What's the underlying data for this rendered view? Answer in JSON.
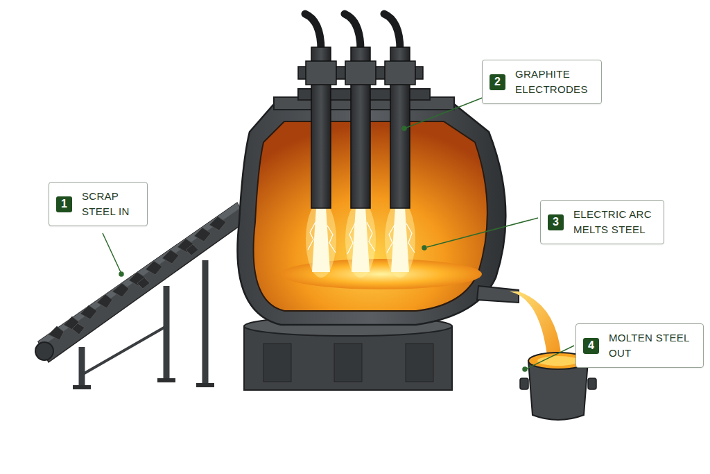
{
  "diagram": {
    "nodes": [
      {
        "text": [
          "SCRAP STEEL IN"
        ]
      },
      {
        "text": [
          "1"
        ],
        "in": 0
      },
      {
        "text": [
          "GRAPHITE ELECTRODES"
        ]
      },
      {
        "text": [
          "2"
        ],
        "in": 2
      },
      {
        "text": [
          "ELECTRIC ARC MELTS STEEL"
        ]
      },
      {
        "text": [
          "3"
        ],
        "in": 4
      },
      {
        "text": [
          "MOLTEN STEEL OUT"
        ]
      },
      {
        "text": [
          "4"
        ],
        "in": 6
      }
    ]
  }
}
